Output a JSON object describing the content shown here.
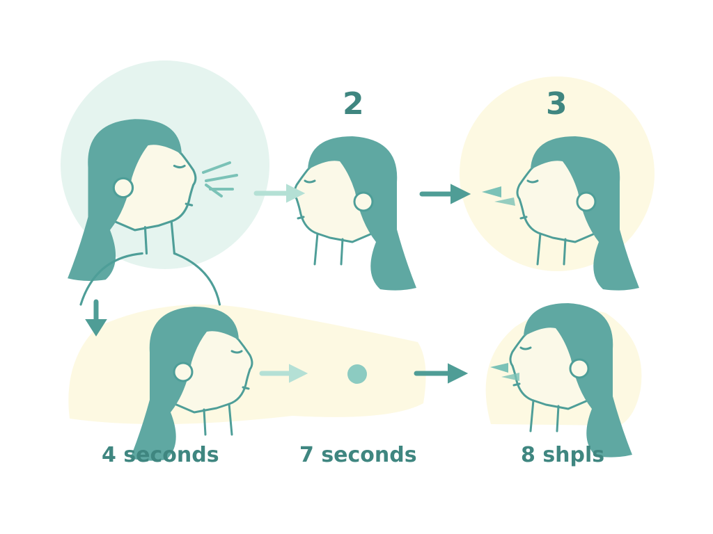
{
  "colors": {
    "figure_fill": "#5fa8a2",
    "figure_line": "#4e9e98",
    "skin": "#fbf9e8",
    "label": "#3f8680",
    "arrow_dark": "#4f9d96",
    "arrow_light": "#b4e0d5",
    "mint_bg": "#e5f4ef",
    "cream_bg": "#fdf9e2",
    "dot": "#8ccbc1",
    "breath": "#7bc2b7"
  },
  "steps": {
    "step_2_number": "2",
    "step_3_number": "3"
  },
  "durations": {
    "first": "4 seconds",
    "second": "7 seconds",
    "third": "8 shpls"
  }
}
